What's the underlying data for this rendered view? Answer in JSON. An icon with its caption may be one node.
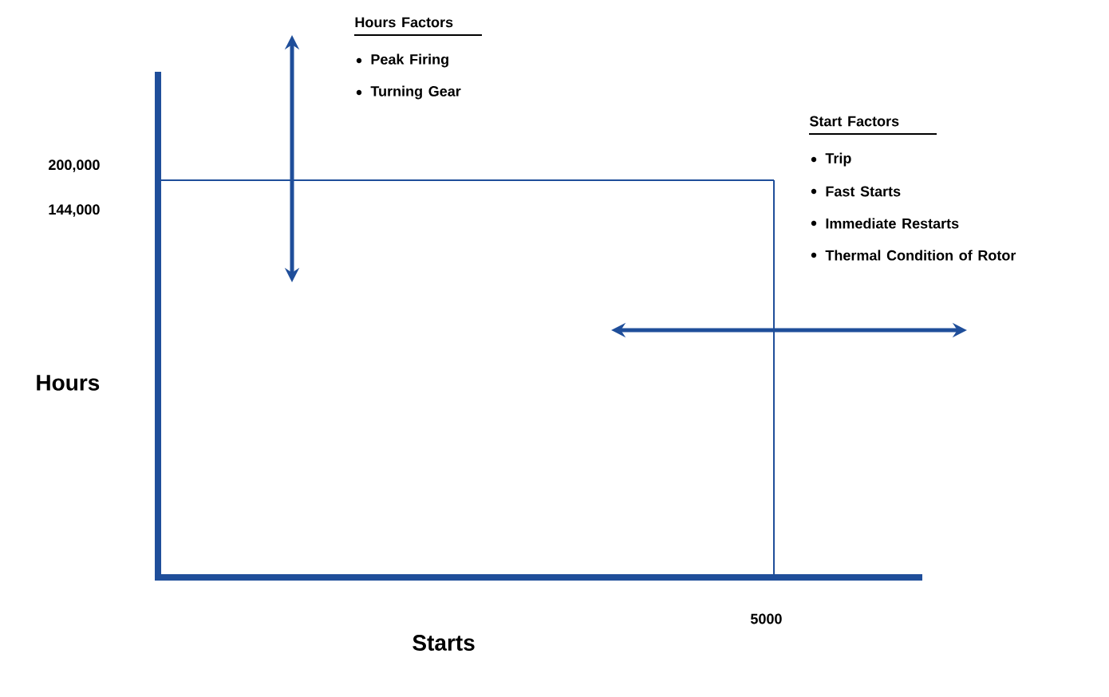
{
  "diagram": {
    "labels": [
      "Hours Factors",
      "Peak Firing",
      "Turning Gear",
      "Start Factors",
      "Trip",
      "Fast Starts",
      "Immediate Restarts",
      "Thermal Condition of Rotor",
      "200,000",
      "144,000",
      "Hours",
      "5000",
      "Starts"
    ]
  }
}
